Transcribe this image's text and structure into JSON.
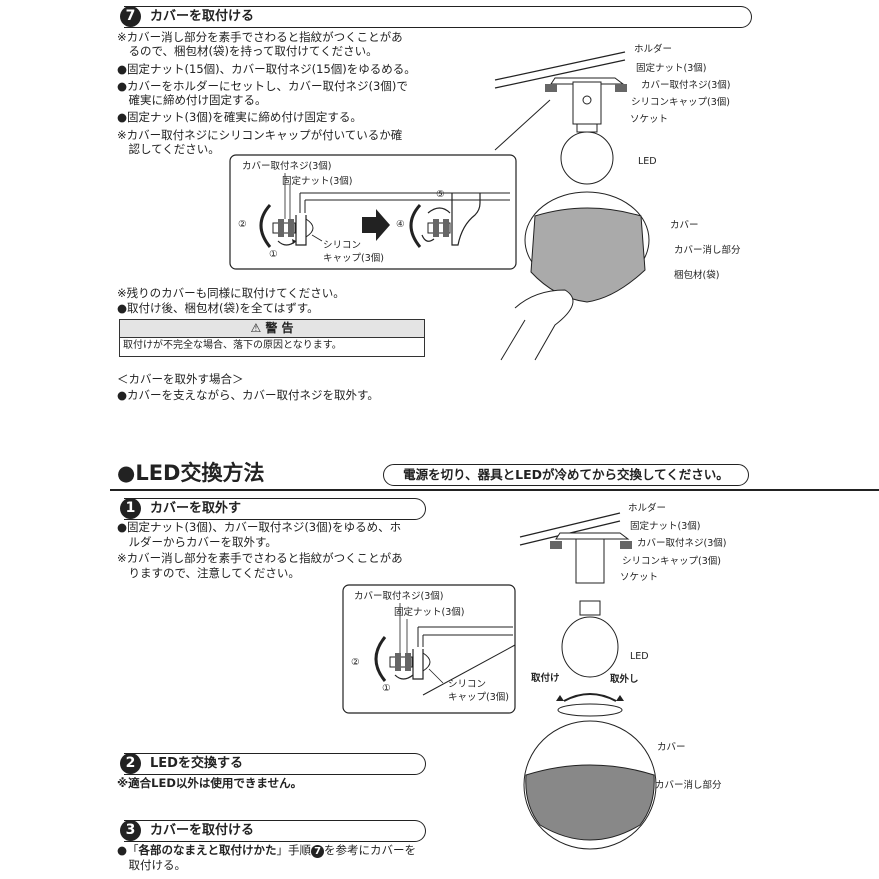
{
  "step7": {
    "num": "7",
    "title": "カバーを取付ける",
    "lines": [
      "※カバー消し部分を素手でさわると指紋がつくことがあ",
      "　るので、梱包材(袋)を持って取付けてください。",
      "●固定ナット(15個)、カバー取付ネジ(15個)をゆるめる。",
      "●カバーをホルダーにセットし、カバー取付ネジ(3個)で",
      "　確実に締め付け固定する。",
      "●固定ナット(3個)を確実に締め付け固定する。",
      "※カバー取付ネジにシリコンキャップが付いているか確",
      "　認してください。"
    ],
    "after_lines": [
      "※残りのカバーも同様に取付けてください。",
      "●取付け後、梱包材(袋)を全てはずす。"
    ],
    "warning_title": "警 告",
    "warning_text": "取付けが不完全な場合、落下の原因となります。",
    "remove_heading": "＜カバーを取外す場合＞",
    "remove_text": "●カバーを支えながら、カバー取付ネジを取外す。",
    "detail": {
      "screw": "カバー取付ネジ(3個)",
      "nut": "固定ナット(3個)",
      "cap1": "シリコン",
      "cap2": "キャップ(3個)",
      "n1": "①",
      "n2": "②",
      "n4": "④",
      "n5": "⑤"
    },
    "labels": {
      "holder": "ホルダー",
      "nut": "固定ナット(3個)",
      "screw": "カバー取付ネジ(3個)",
      "cap": "シリコンキャップ(3個)",
      "socket": "ソケット",
      "led": "LED",
      "cover": "カバー",
      "frost": "カバー消し部分",
      "bag": "梱包材(袋)"
    }
  },
  "section": {
    "title": "●LED交換方法",
    "notice": "電源を切り、器具とLEDが冷めてから交換してください。"
  },
  "step1": {
    "num": "1",
    "title": "カバーを取外す",
    "lines": [
      "●固定ナット(3個)、カバー取付ネジ(3個)をゆるめ、ホ",
      "　ルダーからカバーを取外す。",
      "※カバー消し部分を素手でさわると指紋がつくことがあ",
      "　りますので、注意してください。"
    ],
    "detail": {
      "screw": "カバー取付ネジ(3個)",
      "nut": "固定ナット(3個)",
      "cap1": "シリコン",
      "cap2": "キャップ(3個)",
      "n1": "①",
      "n2": "②"
    },
    "labels": {
      "holder": "ホルダー",
      "nut": "固定ナット(3個)",
      "screw": "カバー取付ネジ(3個)",
      "cap": "シリコンキャップ(3個)",
      "socket": "ソケット",
      "led": "LED",
      "attach": "取付け",
      "detach": "取外し",
      "cover": "カバー",
      "frost": "カバー消し部分"
    }
  },
  "step2": {
    "num": "2",
    "title": "LEDを交換する",
    "note": "※適合LED以外は使用できません。"
  },
  "step3": {
    "num": "3",
    "title": "カバーを取付ける",
    "line1_pre": "●「",
    "line1_bold": "各部のなまえと取付けかた",
    "line1_mid": "」手順",
    "line1_num": "7",
    "line1_post": "を参考にカバーを",
    "line2": "　取付ける。"
  }
}
